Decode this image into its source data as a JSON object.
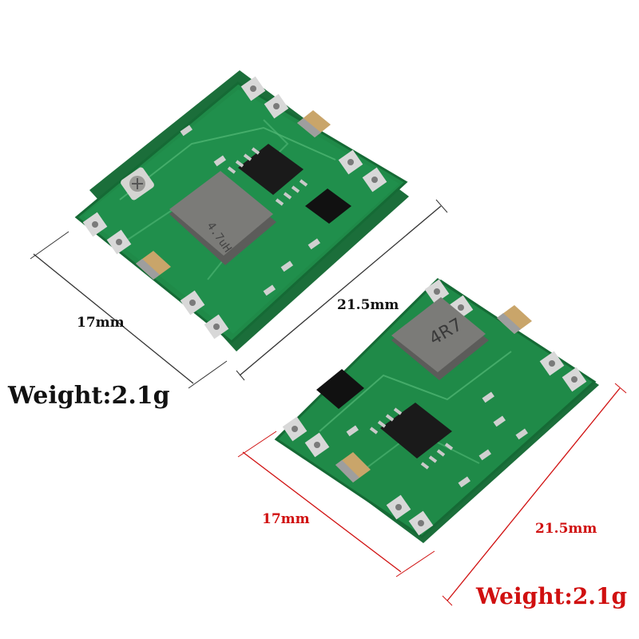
{
  "labels": {
    "board_1_width": "17mm",
    "board_1_length": "21.5mm",
    "board_1_weight": "Weight:2.1g",
    "board_2_width": "17mm",
    "board_2_length": "21.5mm",
    "board_2_weight": "Weight:2.1g"
  },
  "component_marks": {
    "inductor_top": "4.7uH",
    "inductor_bottom": "4R7"
  },
  "colors": {
    "pcb_green": "#1f8a48",
    "pcb_edge": "#17703a",
    "pad_silver": "#d8d8d8",
    "chip_black": "#1a1a1a",
    "inductor_gray": "#7b7b78",
    "capacitor_tan": "#c9a56a",
    "label_black": "#111111",
    "label_red": "#d01010"
  }
}
